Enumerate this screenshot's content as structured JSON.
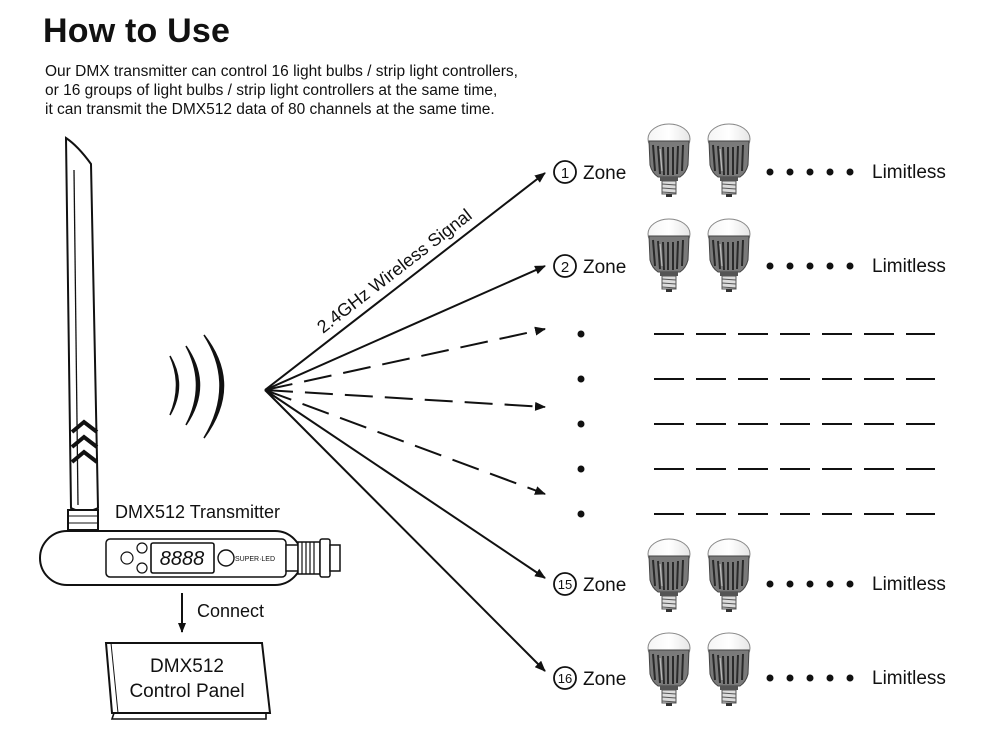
{
  "title": "How to Use",
  "description": [
    "Our DMX transmitter can control 16 light bulbs / strip light controllers,",
    "or 16 groups of light bulbs / strip light controllers at the same time,",
    "it can transmit the DMX512 data of 80 channels at the same time."
  ],
  "signal_label": "2.4GHz Wireless Signal",
  "transmitter_label": "DMX512 Transmitter",
  "transmitter_display": "8888",
  "transmitter_brand": "SUPER·LED",
  "connect_label": "Connect",
  "control_panel": [
    "DMX512",
    "Control Panel"
  ],
  "zones": [
    {
      "number": "1",
      "label": "Zone",
      "end_label": "Limitless"
    },
    {
      "number": "2",
      "label": "Zone",
      "end_label": "Limitless"
    },
    {
      "number": "15",
      "label": "Zone",
      "end_label": "Limitless"
    },
    {
      "number": "16",
      "label": "Zone",
      "end_label": "Limitless"
    }
  ]
}
